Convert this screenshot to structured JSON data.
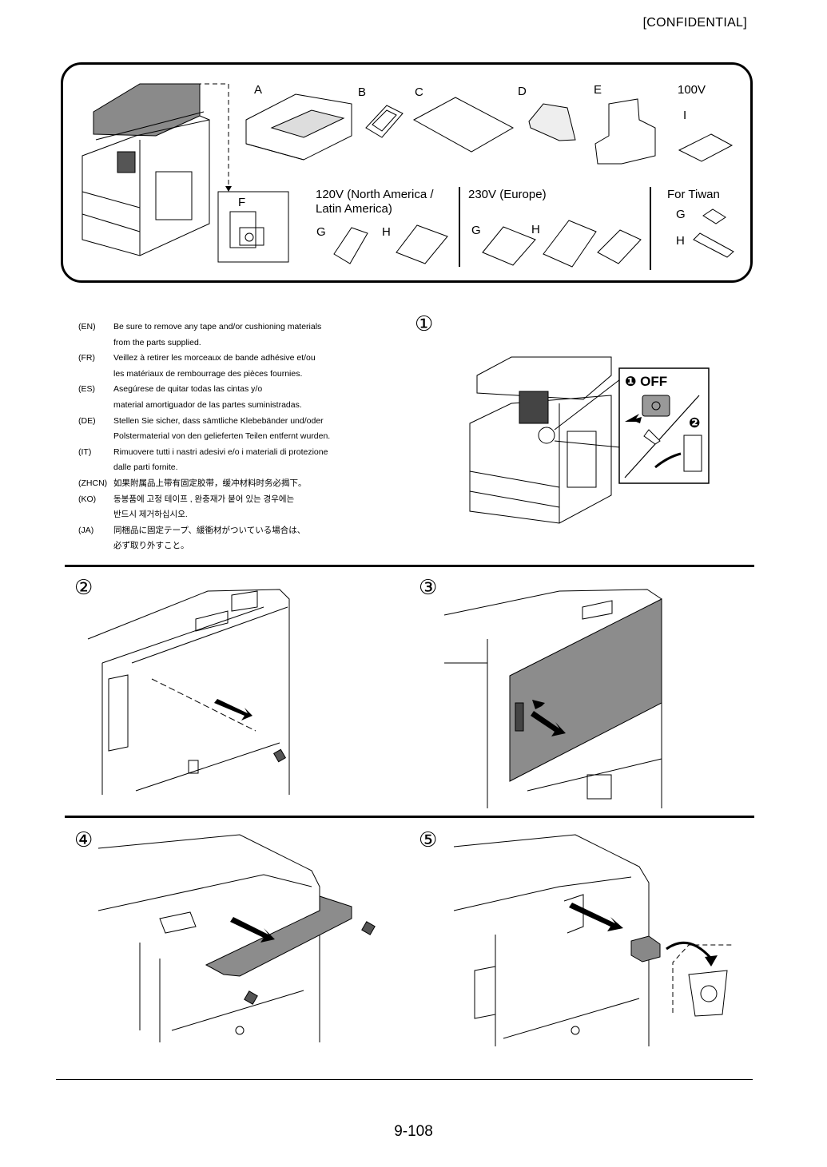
{
  "header": {
    "confidential": "[CONFIDENTIAL]"
  },
  "parts": {
    "A": "A",
    "B": "B",
    "C": "C",
    "D": "D",
    "E": "E",
    "F": "F",
    "v100": "100V",
    "I": "I",
    "na_title_1": "120V (North America /",
    "na_title_2": "Latin America)",
    "na_G": "G",
    "na_H": "H",
    "eu_title": "230V (Europe)",
    "eu_G": "G",
    "eu_H": "H",
    "tw_title": "For Tiwan",
    "tw_G": "G",
    "tw_H": "H"
  },
  "notes": [
    {
      "code": "(EN)",
      "lines": [
        "Be sure to remove any tape and/or cushioning materials",
        "from the parts supplied."
      ]
    },
    {
      "code": "(FR)",
      "lines": [
        "Veillez à retirer les morceaux de bande adhésive et/ou",
        "les matériaux de rembourrage des pièces fournies."
      ]
    },
    {
      "code": "(ES)",
      "lines": [
        "Asegúrese de quitar todas las cintas y/o",
        "material amortiguador de las partes suministradas."
      ]
    },
    {
      "code": "(DE)",
      "lines": [
        "Stellen Sie sicher, dass sämtliche Klebebänder und/oder",
        "Polstermaterial von den gelieferten Teilen entfernt wurden."
      ]
    },
    {
      "code": "(IT)",
      "lines": [
        "Rimuovere tutti i nastri adesivi e/o i materiali di protezione",
        "dalle parti fornite."
      ]
    },
    {
      "code": "(ZHCN)",
      "lines": [
        "如果附属品上带有固定胶带，缓冲材料时务必揭下。"
      ]
    },
    {
      "code": "(KO)",
      "lines": [
        "동봉품에 고정 테이프 , 완충재가 붙어 있는 경우에는",
        "반드시 제거하십시오."
      ]
    },
    {
      "code": "(JA)",
      "lines": [
        "同梱品に固定テープ、緩衝材がついている場合は、",
        "必ず取り外すこと。"
      ]
    }
  ],
  "steps": {
    "s1": "①",
    "s2": "②",
    "s3": "③",
    "s4": "④",
    "s5": "⑤"
  },
  "power": {
    "off_label": "OFF",
    "off_marker": "❶",
    "unplug_marker": "❷"
  },
  "footer": {
    "page_number": "9-108"
  }
}
